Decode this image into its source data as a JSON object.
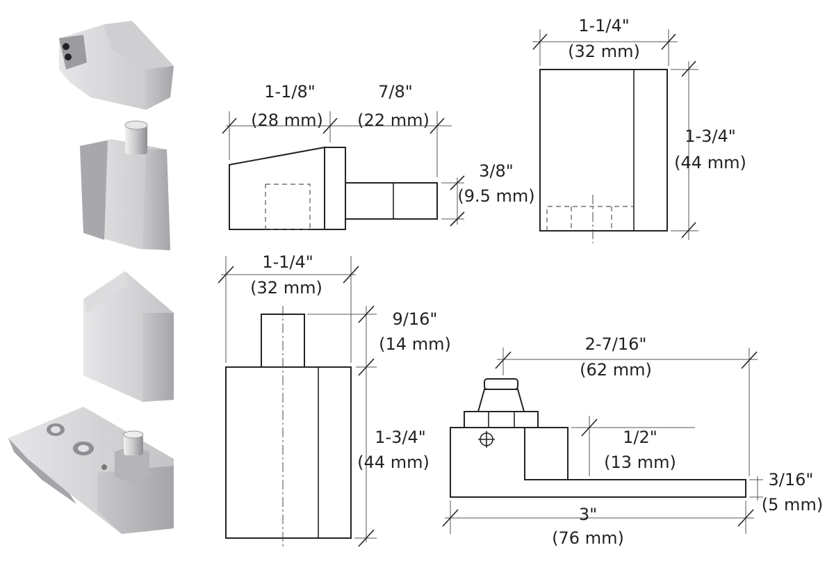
{
  "dimensions": {
    "top_view_width": {
      "value": "1-1/8\"",
      "metric": "(28 mm)"
    },
    "top_view_pin_length": {
      "value": "7/8\"",
      "metric": "(22 mm)"
    },
    "top_view_pin_height": {
      "value": "3/8\"",
      "metric": "(9.5 mm)"
    },
    "side_view_width": {
      "value": "1-1/4\"",
      "metric": "(32 mm)"
    },
    "side_view_height": {
      "value": "1-3/4\"",
      "metric": "(44 mm)"
    },
    "front_view_width": {
      "value": "1-1/4\"",
      "metric": "(32 mm)"
    },
    "front_view_pin_height": {
      "value": "9/16\"",
      "metric": "(14 mm)"
    },
    "front_view_height": {
      "value": "1-3/4\"",
      "metric": "(44 mm)"
    },
    "plate_overall_height": {
      "value": "2-7/16\"",
      "metric": "(62 mm)"
    },
    "plate_block_height": {
      "value": "1/2\"",
      "metric": "(13 mm)"
    },
    "plate_thickness": {
      "value": "3/16\"",
      "metric": "(5 mm)"
    },
    "plate_length": {
      "value": "3\"",
      "metric": "(76 mm)"
    }
  },
  "colors": {
    "metal_light": "#d9d9db",
    "metal_mid": "#b9b9bc",
    "metal_dark": "#9a9a9e",
    "line": "#222222"
  }
}
